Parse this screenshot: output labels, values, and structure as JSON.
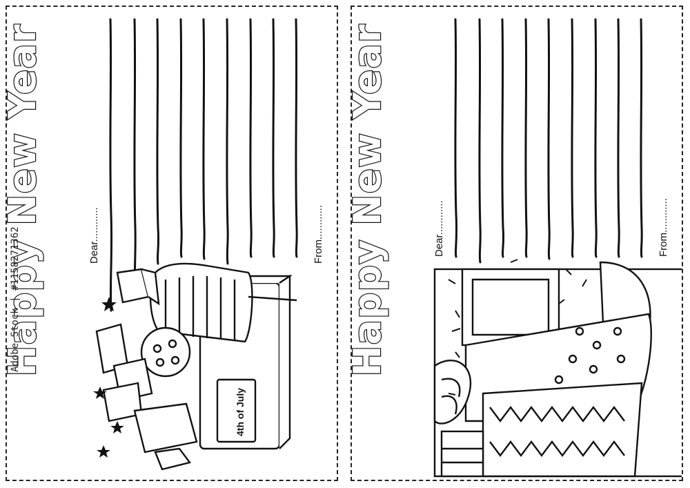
{
  "cards": [
    {
      "title": "Happy New Year",
      "dear_label": "Dear............",
      "from_label": "From............",
      "illustration": "fireworks",
      "box_label_line1": "4th of",
      "box_label_line2": "July"
    },
    {
      "title": "Happy New Year",
      "dear_label": "Dear............",
      "from_label": "From............",
      "illustration": "party-hats-and-confetti"
    }
  ],
  "watermark": "Adobe Stock | #1158271362",
  "colors": {
    "ink": "#111111",
    "paper": "#ffffff",
    "border": "#222222"
  }
}
